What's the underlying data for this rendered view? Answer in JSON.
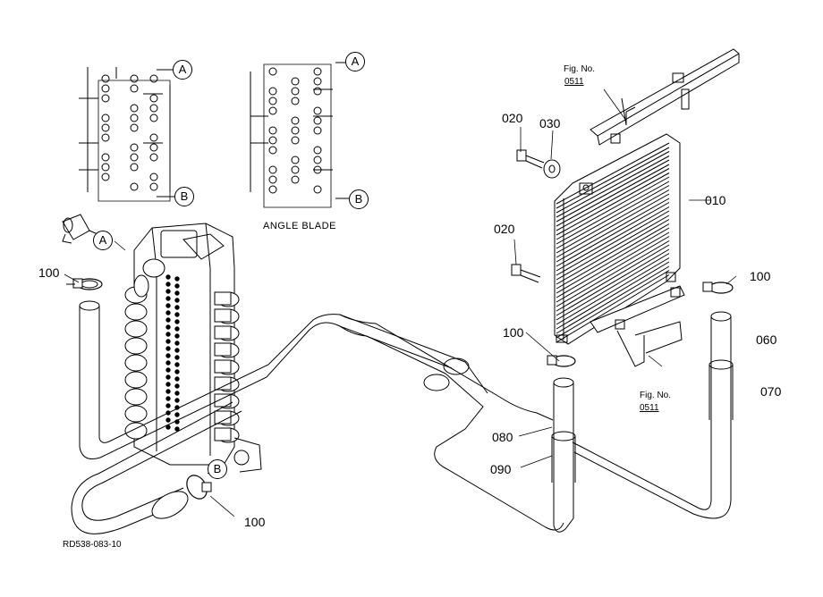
{
  "part_numbers": {
    "p010": "010",
    "p020_top": "020",
    "p020_mid": "020",
    "p030": "030",
    "p060": "060",
    "p070": "070",
    "p080": "080",
    "p090": "090",
    "p100_left": "100",
    "p100_right": "100",
    "p100_mid": "100",
    "p100_bottom": "100"
  },
  "refs": {
    "fig_top_label": "Fig. No.",
    "fig_top_no": "0511",
    "fig_bottom_label": "Fig. No.",
    "fig_bottom_no": "0511",
    "angle_blade": "ANGLE BLADE",
    "drawing_code": "RD538-083-10"
  },
  "callouts": {
    "a1": "A",
    "b1": "B",
    "a2": "A",
    "b2": "B",
    "a3": "A",
    "b3": "B"
  }
}
